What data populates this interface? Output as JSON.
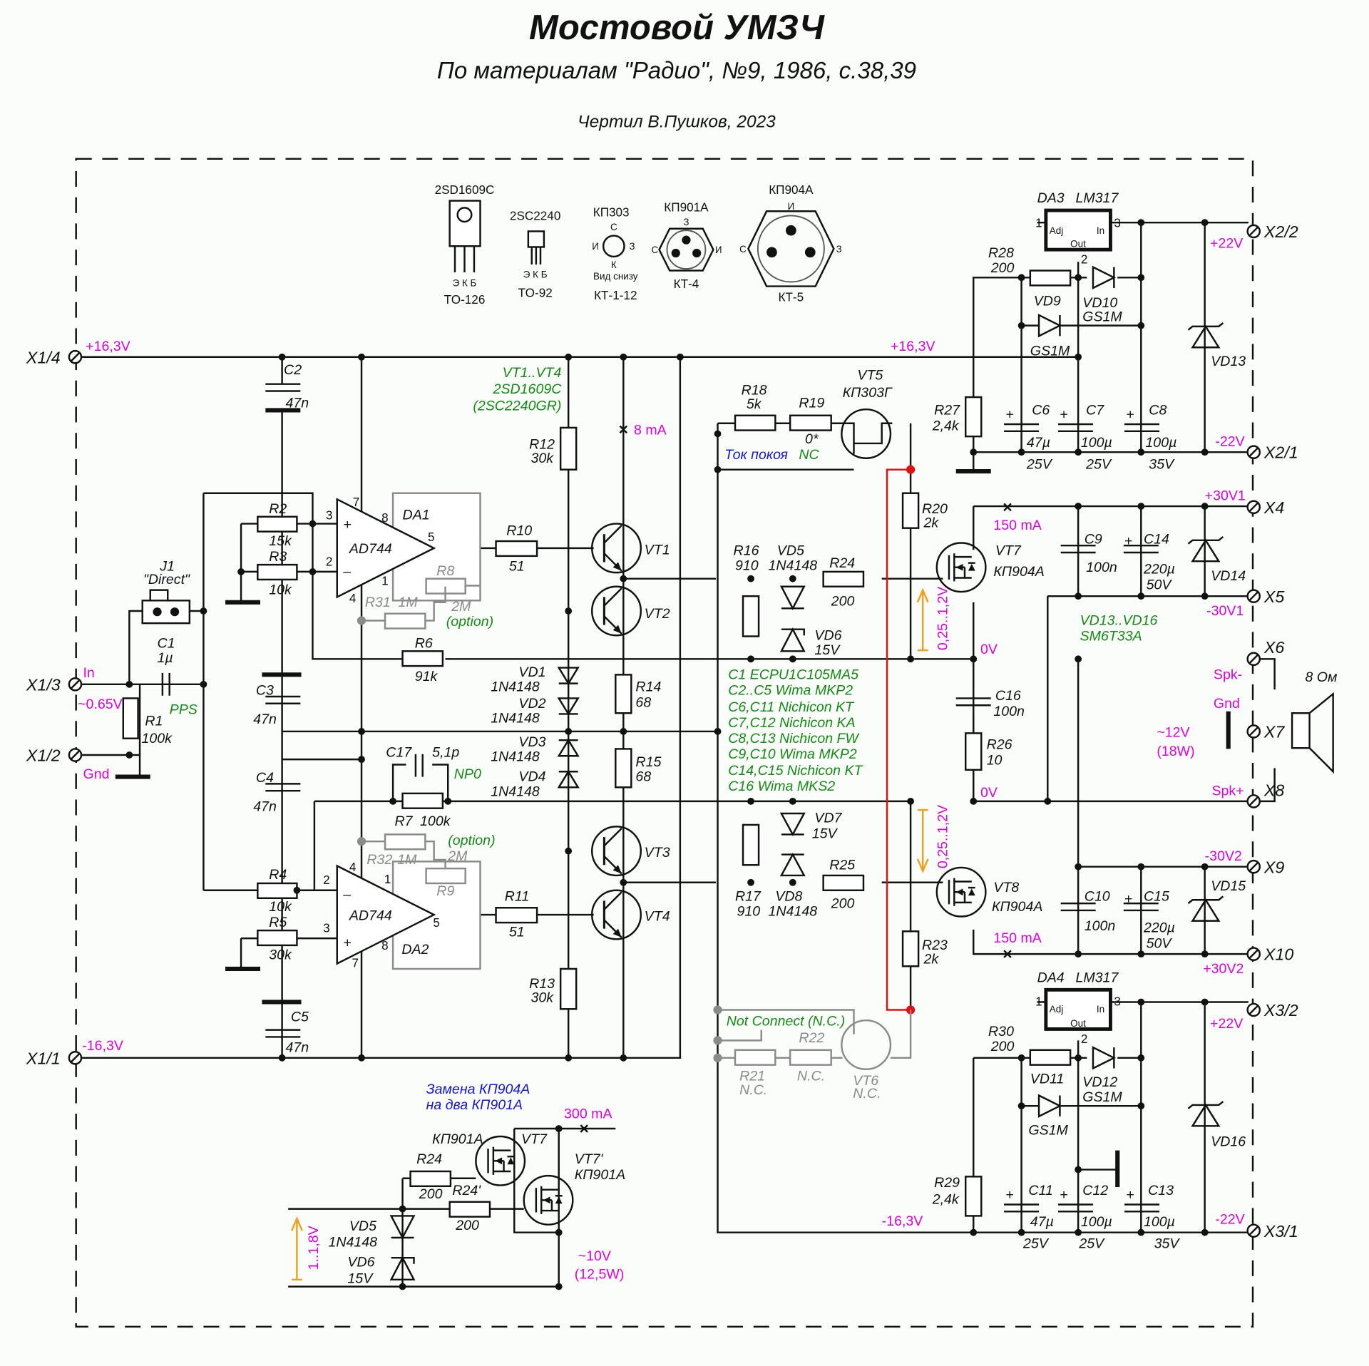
{
  "header": {
    "title": "Мостовой УМЗЧ",
    "subtitle": "По материалам \"Радио\", №9, 1986, с.38,39",
    "author": "Чертил В.Пушков, 2023"
  },
  "packages": [
    {
      "part": "2SD1609C",
      "pins": "Э К Б",
      "case": "TO-126"
    },
    {
      "part": "2SC2240",
      "pins": "Э К Б",
      "case": "TO-92"
    },
    {
      "part": "КП303",
      "pins_top": "С",
      "pin_left": "И",
      "pin_right": "З",
      "pin_bottom": "К",
      "note": "Вид снизу",
      "case": "КТ-1-12"
    },
    {
      "part": "КП901А",
      "pin_top": "З",
      "pin_left": "С",
      "pin_right": "И",
      "case": "КТ-4"
    },
    {
      "part": "КП904А",
      "pin_top": "И",
      "pin_left": "С",
      "pin_right": "З",
      "case": "КТ-5"
    }
  ],
  "terminals": {
    "x1_4": "X1/4",
    "x1_3": "X1/3",
    "x1_2": "X1/2",
    "x1_1": "X1/1",
    "x2_2": "X2/2",
    "x2_1": "X2/1",
    "x3_2": "X3/2",
    "x3_1": "X3/1",
    "x4": "X4",
    "x5": "X5",
    "x6": "X6",
    "x7": "X7",
    "x8": "X8",
    "x9": "X9",
    "x10": "X10"
  },
  "voltages": {
    "pos_16_3": "+16,3V",
    "neg_16_3": "-16,3V",
    "in": "In",
    "in_level": "~0.65V",
    "gnd": "Gnd",
    "pos_22": "+22V",
    "neg_22": "-22V",
    "pos_30v1": "+30V1",
    "neg_30v1": "-30V1",
    "neg_30v2": "-30V2",
    "pos_30v2": "+30V2",
    "zero_v": "0V",
    "spk_minus": "Spk-",
    "spk_plus": "Spk+",
    "out_level": "~12V",
    "out_power": "(18W)",
    "bias_range": "0,25..1,2V",
    "i_8ma": "8 mA",
    "i_150ma": "150 mA",
    "i_300ma": "300 mA",
    "alt_range": "1..1,8V",
    "alt_level": "~10V",
    "alt_power": "(12,5W)"
  },
  "speaker": {
    "impedance": "8 Ом"
  },
  "notes": {
    "vt_types": [
      "VT1..VT4",
      "2SD1609C",
      "(2SC2240GR)"
    ],
    "caps": [
      "C1 ECPU1C105MA5",
      "C2..C5 Wima MKP2",
      "C6,C11 Nichicon KT",
      "C7,C12 Nichicon KA",
      "C8,C13 Nichicon FW",
      "C9,C10 Wima MKP2",
      "C14,C15 Nichicon KT",
      "C16 Wima MKS2"
    ],
    "tvs": [
      "VD13..VD16",
      "SM6T33A"
    ],
    "bias": "Ток покоя",
    "nc": "NC",
    "not_connect": "Not Connect (N.C.)",
    "replace": [
      "Замена КП904А",
      "на два КП901А"
    ],
    "option": "(option)",
    "pps": "PPS",
    "np0": "NP0"
  },
  "parts": {
    "C1": [
      "C1",
      "1µ"
    ],
    "C2": [
      "C2",
      "47n"
    ],
    "C3": [
      "C3",
      "47n"
    ],
    "C4": [
      "C4",
      "47n"
    ],
    "C5": [
      "C5",
      "47n"
    ],
    "C6": [
      "C6",
      "47µ",
      "25V"
    ],
    "C7": [
      "C7",
      "100µ",
      "25V"
    ],
    "C8": [
      "C8",
      "100µ",
      "35V"
    ],
    "C9": [
      "C9",
      "100n"
    ],
    "C10": [
      "C10",
      "100n"
    ],
    "C11": [
      "C11",
      "47µ",
      "25V"
    ],
    "C12": [
      "C12",
      "100µ",
      "25V"
    ],
    "C13": [
      "C13",
      "100µ",
      "35V"
    ],
    "C14": [
      "C14",
      "220µ",
      "50V"
    ],
    "C15": [
      "C15",
      "220µ",
      "50V"
    ],
    "C16": [
      "C16",
      "100n"
    ],
    "C17": [
      "C17",
      "5,1p"
    ],
    "R1": [
      "R1",
      "100k"
    ],
    "R2": [
      "R2",
      "15k"
    ],
    "R3": [
      "R3",
      "10k"
    ],
    "R4": [
      "R4",
      "10k"
    ],
    "R5": [
      "R5",
      "30k"
    ],
    "R6": [
      "R6",
      "91k"
    ],
    "R7": [
      "R7",
      "100k"
    ],
    "R8": [
      "R8",
      "2M"
    ],
    "R9": [
      "R9",
      "2M"
    ],
    "R10": [
      "R10",
      "51"
    ],
    "R11": [
      "R11",
      "51"
    ],
    "R12": [
      "R12",
      "30k"
    ],
    "R13": [
      "R13",
      "30k"
    ],
    "R14": [
      "R14",
      "68"
    ],
    "R15": [
      "R15",
      "68"
    ],
    "R16": [
      "R16",
      "910"
    ],
    "R17": [
      "R17",
      "910"
    ],
    "R18": [
      "R18",
      "5k"
    ],
    "R19": [
      "R19",
      "0*"
    ],
    "R20": [
      "R20",
      "2k"
    ],
    "R21": [
      "R21",
      "N.C."
    ],
    "R22": [
      "R22",
      "N.C."
    ],
    "R23": [
      "R23",
      "2k"
    ],
    "R24": [
      "R24",
      "200"
    ],
    "R25": [
      "R25",
      "200"
    ],
    "R26": [
      "R26",
      "10"
    ],
    "R27": [
      "R27",
      "2,4k"
    ],
    "R28": [
      "R28",
      "200"
    ],
    "R29": [
      "R29",
      "2,4k"
    ],
    "R30": [
      "R30",
      "200"
    ],
    "R31": [
      "R31",
      "1M"
    ],
    "R32": [
      "R32",
      "1M"
    ],
    "R24p": [
      "R24'",
      "200"
    ],
    "DA1": [
      "DA1",
      "AD744"
    ],
    "DA2": [
      "DA2",
      "AD744"
    ],
    "DA3": [
      "DA3",
      "LM317"
    ],
    "DA4": [
      "DA4",
      "LM317"
    ],
    "VT1": "VT1",
    "VT2": "VT2",
    "VT3": "VT3",
    "VT4": "VT4",
    "VT5": [
      "VT5",
      "КП303Г"
    ],
    "VT6": [
      "VT6",
      "N.C."
    ],
    "VT7": [
      "VT7",
      "КП904А"
    ],
    "VT8": [
      "VT8",
      "КП904А"
    ],
    "VT7a": [
      "VT7",
      "КП901А"
    ],
    "VT7b": [
      "VT7'",
      "КП901А"
    ],
    "VD1": [
      "VD1",
      "1N4148"
    ],
    "VD2": [
      "VD2",
      "1N4148"
    ],
    "VD3": [
      "VD3",
      "1N4148"
    ],
    "VD4": [
      "VD4",
      "1N4148"
    ],
    "VD5": [
      "VD5",
      "1N4148"
    ],
    "VD6": [
      "VD6",
      "15V"
    ],
    "VD7": [
      "VD7",
      "15V"
    ],
    "VD8": [
      "VD8",
      "1N4148"
    ],
    "VD9": [
      "VD9",
      "GS1M"
    ],
    "VD10": [
      "VD10",
      "GS1M"
    ],
    "VD11": [
      "VD11",
      "GS1M"
    ],
    "VD12": [
      "VD12",
      "GS1M"
    ],
    "VD13": "VD13",
    "VD14": "VD14",
    "VD15": "VD15",
    "VD16": "VD16",
    "J1": [
      "J1",
      "\"Direct\""
    ]
  },
  "ic_pins": {
    "adj": "Adj",
    "in": "In",
    "out": "Out"
  }
}
